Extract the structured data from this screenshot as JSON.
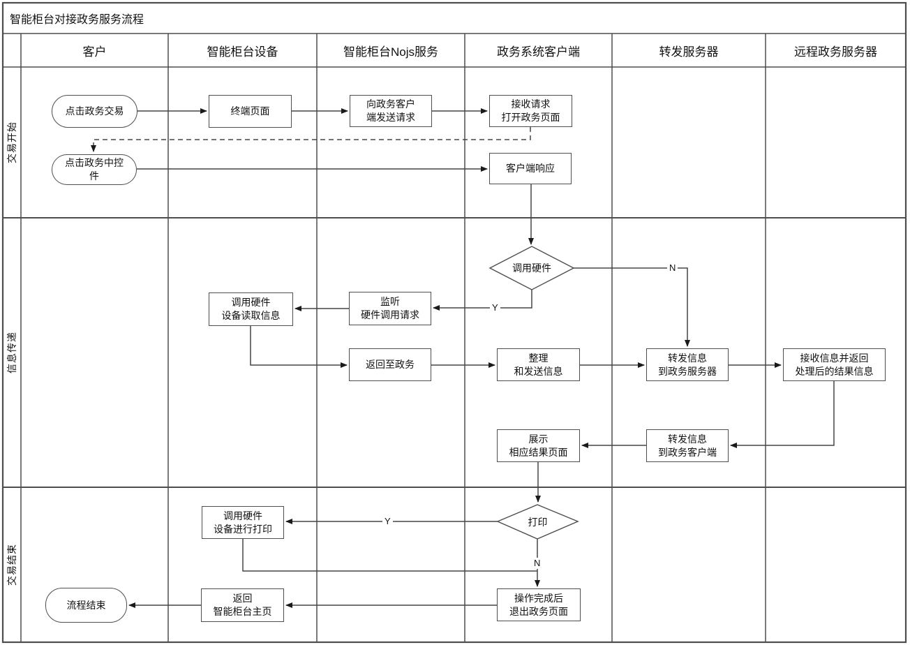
{
  "title": "智能柜台对接政务服务流程",
  "lanes": [
    {
      "label": "客户"
    },
    {
      "label": "智能柜台设备"
    },
    {
      "label": "智能柜台Nojs服务"
    },
    {
      "label": "政务系统客户端"
    },
    {
      "label": "转发服务器"
    },
    {
      "label": "远程政务服务器"
    }
  ],
  "phases": [
    {
      "label": "交易开始"
    },
    {
      "label": "信息传递"
    },
    {
      "label": "交易结束"
    }
  ],
  "nodes": {
    "click_gov_transaction": "点击政务交易",
    "terminal_page": "终端页面",
    "send_request_to_client": "向政务客户\n端发送请求",
    "receive_request_open_page": "接收请求\n打开政务页面",
    "click_gov_widget": "点击政务中控\n件",
    "client_response": "客户端响应",
    "call_hardware_decision": "调用硬件",
    "listen_hardware_request": "监听\n硬件调用请求",
    "call_hw_read_info": "调用硬件\n设备读取信息",
    "return_to_gov": "返回至政务",
    "organize_send_info": "整理\n和发送信息",
    "forward_to_gov_server": "转发信息\n到政务服务器",
    "receive_and_return_result": "接收信息并返回\n处理后的结果信息",
    "forward_to_gov_client": "转发信息\n到政务客户端",
    "show_result_page": "展示\n相应结果页面",
    "print_decision": "打印",
    "call_hw_print": "调用硬件\n设备进行打印",
    "exit_gov_page": "操作完成后\n退出政务页面",
    "return_counter_home": "返回\n智能柜台主页",
    "process_end": "流程结束"
  },
  "branch_labels": {
    "hw_yes": "Y",
    "hw_no": "N",
    "print_yes": "Y",
    "print_no": "N"
  },
  "colors": {
    "grid": "#4d4d4d",
    "connector": "#454545",
    "arrowhead": "#1a1a1a",
    "background": "#ffffff"
  }
}
